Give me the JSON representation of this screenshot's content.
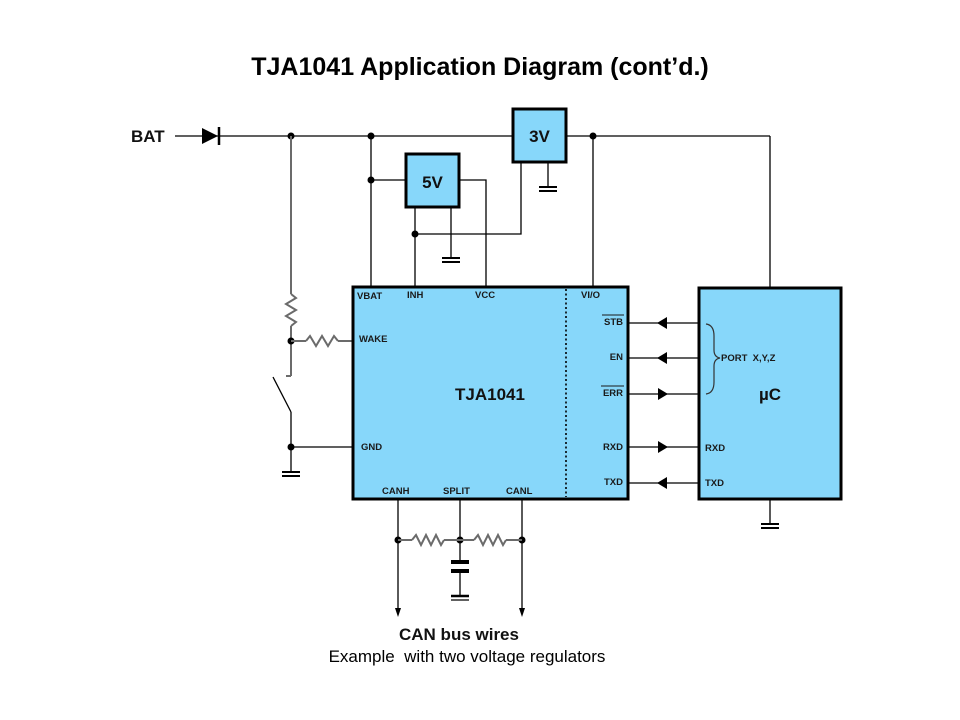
{
  "title": "TJA1041 Application Diagram (cont’d.)",
  "supply": {
    "label": "BAT"
  },
  "regulators": [
    {
      "label": "3V"
    },
    {
      "label": "5V"
    }
  ],
  "transceiver": {
    "name": "TJA1041",
    "pins": {
      "vbat": "VBAT",
      "inh": "INH",
      "vcc": "VCC",
      "vio": "VI/O",
      "wake": "WAKE",
      "gnd": "GND",
      "stb": "STB",
      "en": "EN",
      "err": "ERR",
      "rxd": "RXD",
      "txd": "TXD",
      "canh": "CANH",
      "split": "SPLIT",
      "canl": "CANL"
    }
  },
  "microcontroller": {
    "name": "µC",
    "port_label": "PORT  X,Y,Z",
    "rxd": "RXD",
    "txd": "TXD"
  },
  "caption": {
    "line1": "CAN bus wires",
    "line2": "Example  with two voltage regulators"
  },
  "colors": {
    "block_fill": "#87d7fa",
    "line": "#000000",
    "resistor": "#6b6b6b"
  }
}
